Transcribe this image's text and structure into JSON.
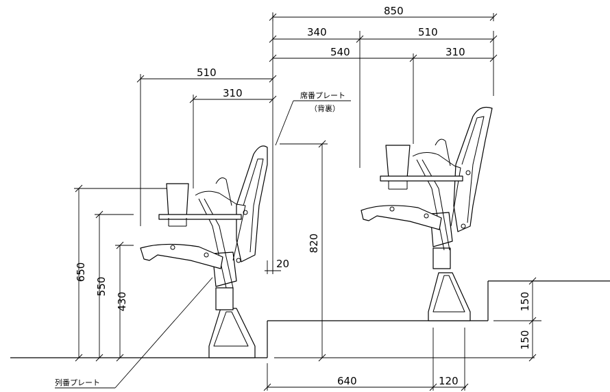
{
  "dimensions": {
    "d850": "850",
    "d340": "340",
    "d510_top": "510",
    "d540": "540",
    "d310_top": "310",
    "d510_left": "510",
    "d310_left": "310",
    "d20": "20",
    "d820": "820",
    "d650": "650",
    "d550": "550",
    "d430": "430",
    "d150_upper": "150",
    "d150_lower": "150",
    "d640": "640",
    "d120": "120"
  },
  "labels": {
    "seat_number_plate": "席番プレート",
    "seat_number_plate_note": "（背裏）",
    "row_number_plate": "列番プレート"
  }
}
